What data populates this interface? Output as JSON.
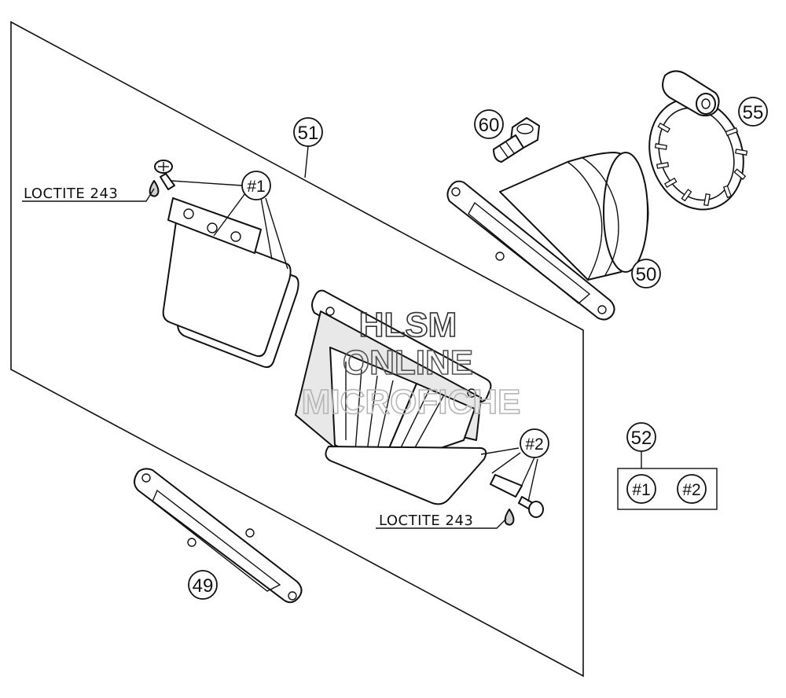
{
  "callouts": {
    "p51": "51",
    "p60": "60",
    "p55": "55",
    "p50": "50",
    "p52": "52",
    "p49": "49",
    "kit1_top": "#1",
    "kit2_right": "#2",
    "kit1_box": "#1",
    "kit2_box": "#2"
  },
  "labels": {
    "loctite_top": "LOCTITE 243",
    "loctite_bottom": "LOCTITE 243"
  },
  "watermark": {
    "line1": "HLSM",
    "line2": "ONLINE",
    "line3": "MICROFICHE"
  },
  "colors": {
    "line": "#111111",
    "background": "#ffffff",
    "watermark": "#333333",
    "watermark_faint": "#b5b5b5"
  }
}
